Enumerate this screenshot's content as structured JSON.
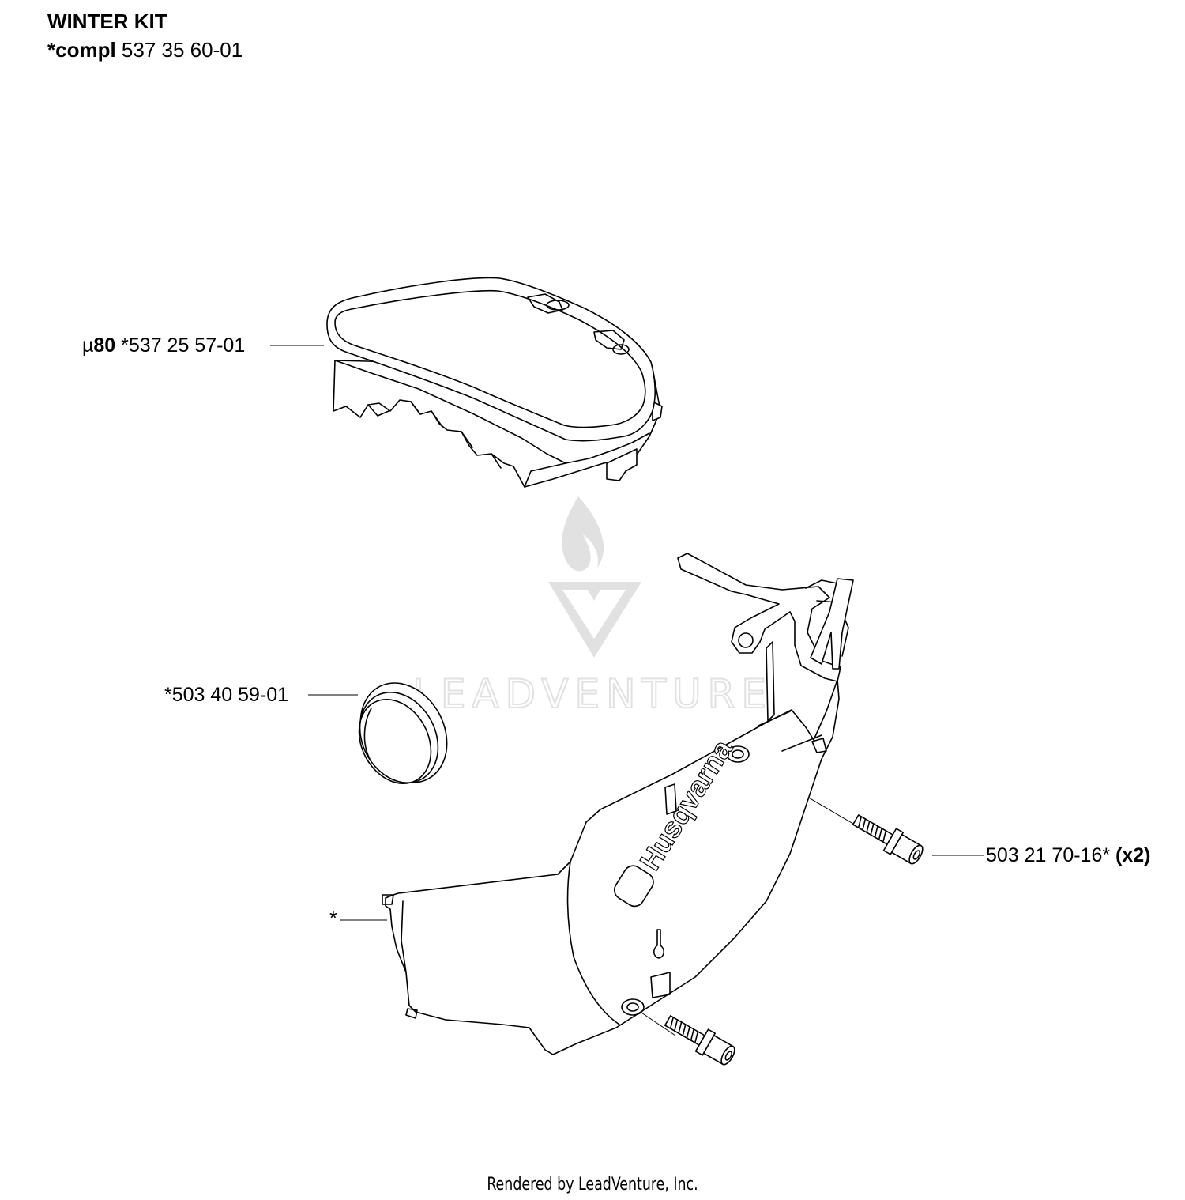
{
  "header": {
    "title": "WINTER KIT",
    "compl_prefix": "*compl",
    "compl_number": " 537 35 60-01"
  },
  "callouts": {
    "cover": {
      "prefix": "µ",
      "qty": "80",
      "number": " *537 25 57-01"
    },
    "plug": {
      "number": "*503 40 59-01"
    },
    "screw": {
      "number": "503 21 70-16*",
      "qty": " (x2)"
    },
    "guard": {
      "number": "*"
    }
  },
  "guard_brand": "Husqvarna",
  "watermark": {
    "text": "LEADVENTURE",
    "color": "#dcdcdc"
  },
  "footer": "Rendered by LeadVenture, Inc."
}
